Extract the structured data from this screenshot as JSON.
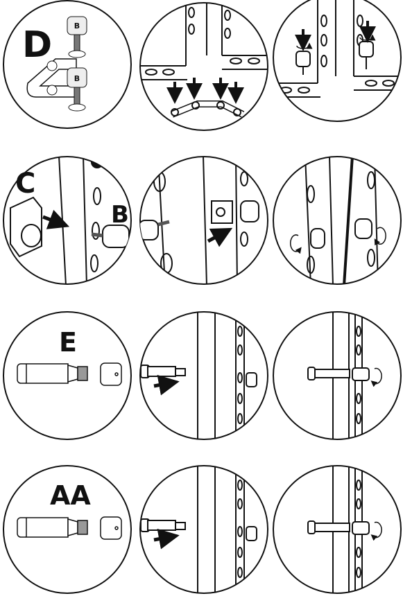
{
  "rows": [
    {
      "label": "D",
      "badges": [
        "B",
        "B"
      ]
    },
    {
      "label": "C",
      "badges": [
        "B"
      ]
    },
    {
      "label": "E",
      "badges": []
    },
    {
      "label": "AA",
      "badges": []
    }
  ],
  "icons": [
    "down-arrow-icon",
    "right-arrow-icon",
    "rotate-arrow-icon"
  ]
}
